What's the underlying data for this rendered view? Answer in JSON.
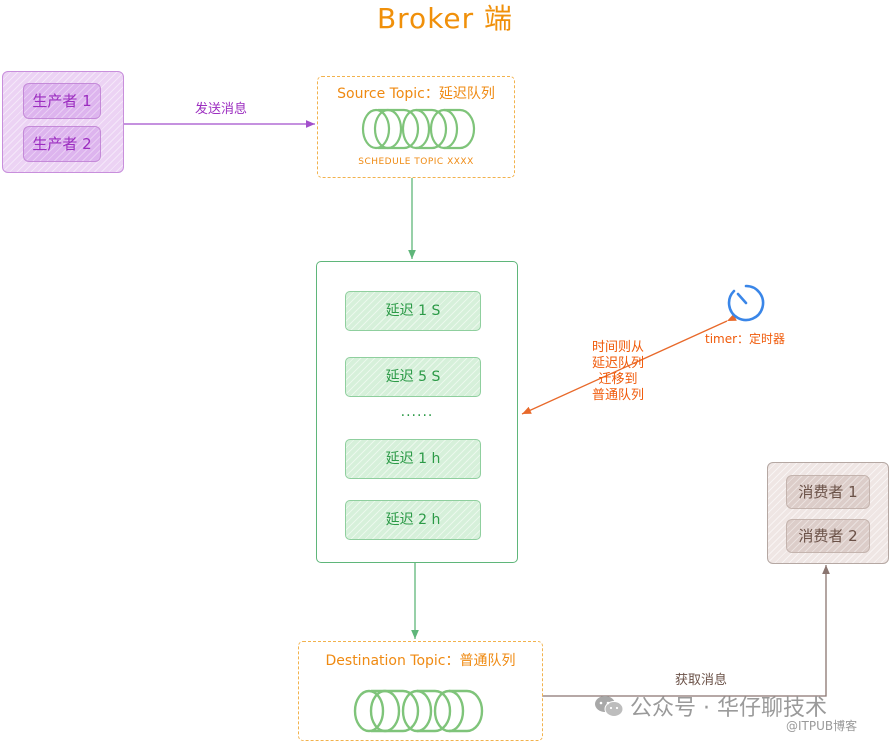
{
  "title": "Broker 端",
  "producers": {
    "items": [
      "生产者 1",
      "生产者 2"
    ],
    "color": "#9c2ec0"
  },
  "send_arrow_label": "发送消息",
  "source_topic": {
    "title": "Source Topic：延迟队列",
    "subtitle": "SCHEDULE TOPIC XXXX"
  },
  "delay_queues": {
    "items": [
      "延迟 1 S",
      "延迟 5 S",
      "延迟 1 h",
      "延迟 2 h"
    ],
    "ellipsis": "......"
  },
  "timer": {
    "icon": "timer-icon",
    "label": "timer：定时器",
    "color": "#3a86e8"
  },
  "migrate_label": [
    "时间则从",
    "延迟队列",
    "迁移到",
    "普通队列"
  ],
  "destination_topic": {
    "title": "Destination Topic：普通队列"
  },
  "fetch_arrow_label": "获取消息",
  "consumers": {
    "items": [
      "消费者 1",
      "消费者 2"
    ]
  },
  "watermark": {
    "icon": "wechat-icon",
    "text": "公众号 · 华仔聊技术",
    "sub": "@ITPUB博客"
  },
  "colors": {
    "title": "#f0900a",
    "producer": "#9c2ec0",
    "topic_border": "#f2b24d",
    "queue_green": "#2c9a47",
    "consumer": "#6b5248",
    "migrate": "#f05a0a"
  }
}
